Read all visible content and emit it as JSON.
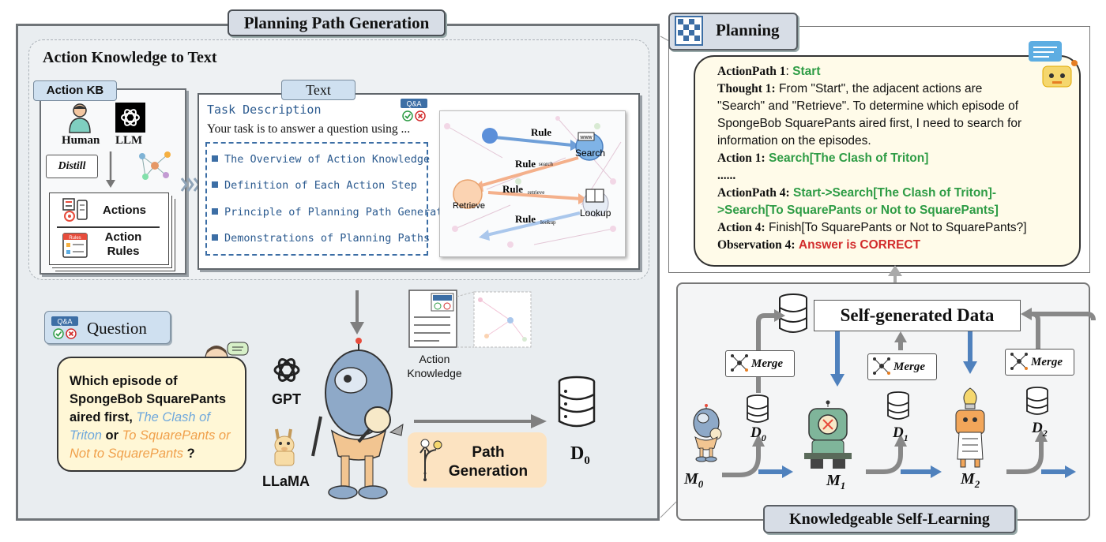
{
  "left": {
    "title": "Planning Path Generation",
    "action_knowledge_title": "Action Knowledge to Text",
    "action_kb": {
      "tab": "Action KB",
      "human": "Human",
      "llm": "LLM",
      "distill": "Distill",
      "actions": "Actions",
      "action_rules": "Action Rules"
    },
    "text_panel": {
      "tab": "Text",
      "task_description": "Task Description",
      "task_line": "Your task is to answer a question using ...",
      "items": [
        "The Overview of Action Knowledge",
        "Definition of Each Action Step",
        "Principle of Planning Path Generation",
        "Demonstrations of Planning Paths"
      ],
      "qa_badge": "Q&A",
      "rules_icon_label": "Rules"
    },
    "rule_graph": {
      "rule1": "Rule",
      "rule2": "Rule",
      "rule2_sub": "search",
      "rule3": "Rule",
      "rule3_sub": "retrieve",
      "rule4": "Rule",
      "rule4_sub": "lookup",
      "search": "Search",
      "retrieve": "Retrieve",
      "lookup": "Lookup",
      "www": "www"
    },
    "question": {
      "tab": "Question",
      "qa_badge": "Q&A",
      "text_a": "Which episode of SpongeBob SquarePants aired first, ",
      "option1": "The Clash of Triton",
      "text_b": " or ",
      "option2": "To SquarePants or Not to SquarePants",
      "text_c": " ?"
    },
    "models": {
      "gpt": "GPT",
      "llama": "LLaMA"
    },
    "action_knowledge_label": "Action Knowledge",
    "path_generation": "Path Generation",
    "d0": "D",
    "d0_sub": "0"
  },
  "right": {
    "planning_tab": "Planning",
    "lines": {
      "ap1_label": "ActionPath 1",
      "ap1_value": "Start",
      "th1_label": "Thought 1:",
      "th1_text": [
        "From \"Start\", the adjacent actions are",
        "\"Search\" and \"Retrieve\". To determine which episode of",
        "SpongeBob SquarePants aired first, I need to search for",
        "information on the episodes."
      ],
      "a1_label": "Action 1:",
      "a1_value": "Search[The Clash of Triton]",
      "ellipsis": "......",
      "ap4_label": "ActionPath 4:",
      "ap4_value_1": "Start->Search[The Clash of Triton]-",
      "ap4_value_2": ">Search[To SquarePants or Not to SquarePants]",
      "a4_label": "Action 4:",
      "a4_value": "Finish[To SquarePants or Not to SquarePants?]",
      "obs4_label": "Observation 4:",
      "obs4_value": "Answer is CORRECT"
    },
    "ksl_title": "Knowledgeable Self-Learning",
    "self_generated": "Self-generated Data",
    "merge": "Merge",
    "models": [
      {
        "m": "M",
        "sub": "0"
      },
      {
        "m": "M",
        "sub": "1"
      },
      {
        "m": "M",
        "sub": "2"
      }
    ],
    "datasets": [
      {
        "d": "D",
        "sub": "0"
      },
      {
        "d": "D",
        "sub": "1"
      },
      {
        "d": "D",
        "sub": "2"
      }
    ]
  },
  "colors": {
    "green": "#2e9c45",
    "red": "#d22c2c",
    "blue_text": "#2b5a8f",
    "option1": "#6fa8dc",
    "option2": "#f0a04b",
    "arrow_blue": "#4f81bd",
    "arrow_gray": "#7f7f7f"
  },
  "icons": [
    "human-icon",
    "openai-icon",
    "network-icon",
    "actions-icon",
    "rules-icon",
    "qa-icon",
    "robot-icon",
    "llama-icon",
    "database-icon",
    "merge-icon",
    "chessboard-icon",
    "chat-robot-icon",
    "path-icon",
    "document-icon"
  ]
}
